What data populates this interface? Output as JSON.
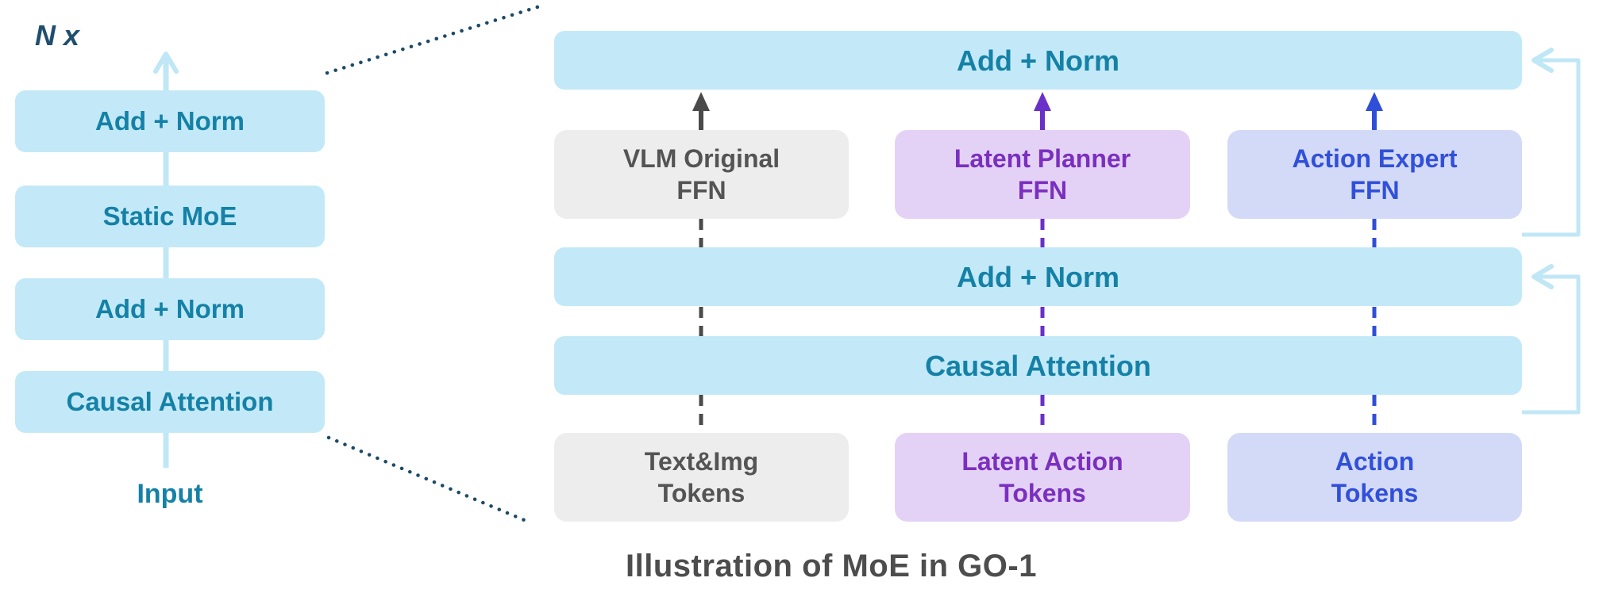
{
  "left_stack": {
    "repeat_label": "N x",
    "blocks": [
      {
        "label": "Add + Norm"
      },
      {
        "label": "Static MoE"
      },
      {
        "label": "Add + Norm"
      },
      {
        "label": "Causal Attention"
      }
    ],
    "input_label": "Input"
  },
  "right_panel": {
    "top_bar": "Add + Norm",
    "ffn_boxes": [
      {
        "label": "VLM Original\nFFN",
        "variant": "gray"
      },
      {
        "label": "Latent Planner\nFFN",
        "variant": "purple"
      },
      {
        "label": "Action Expert\nFFN",
        "variant": "blue"
      }
    ],
    "mid_bar": "Add + Norm",
    "attention_bar": "Causal Attention",
    "token_boxes": [
      {
        "label": "Text&Img\nTokens",
        "variant": "gray"
      },
      {
        "label": "Latent Action\nTokens",
        "variant": "purple"
      },
      {
        "label": "Action\nTokens",
        "variant": "blue"
      }
    ]
  },
  "caption": "Illustration of MoE in GO-1",
  "colors": {
    "light_blue_box": "#c3e9f8",
    "teal_text": "#1581a6",
    "gray_box": "#ededed",
    "gray_text": "#545454",
    "purple_box": "#e3d2f6",
    "purple_text": "#7b2fbe",
    "lavender_box": "#d3daf8",
    "blue_text": "#3150d9",
    "gray_arrow": "#4a4a4a",
    "purple_arrow": "#6a30c8",
    "blue_arrow": "#2f4fd8",
    "residual_line": "#c0e7f6",
    "dotted_line": "#1c4a66",
    "caption_text": "#4d4d4d"
  }
}
